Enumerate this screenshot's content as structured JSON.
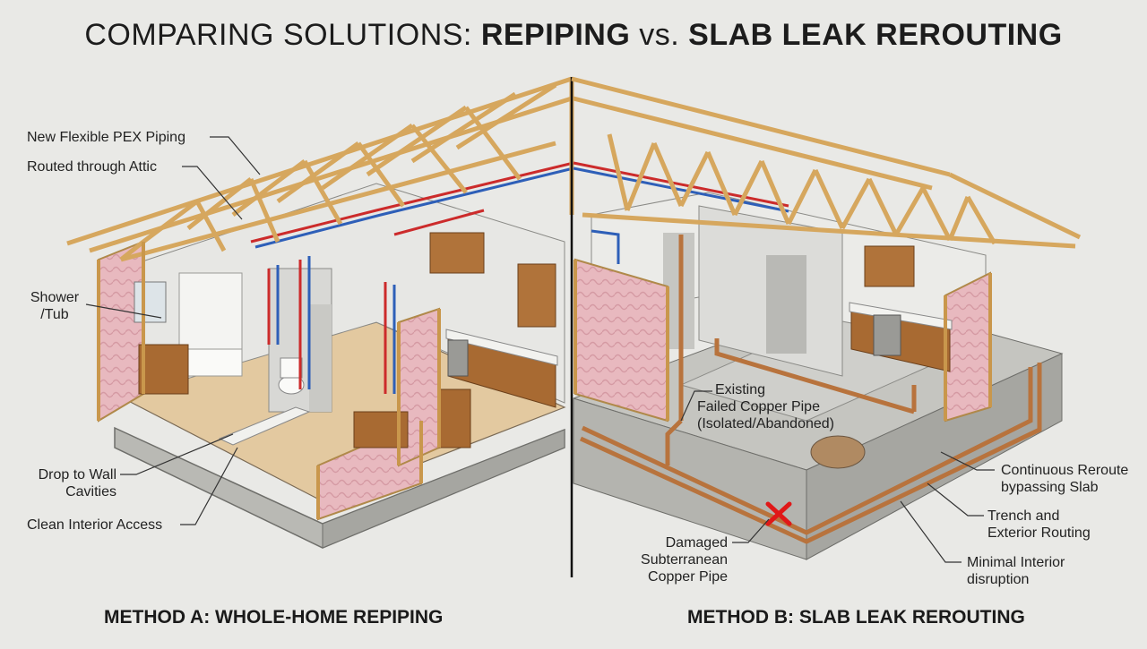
{
  "title": {
    "prefix": "COMPARING SOLUTIONS: ",
    "part1": "REPIPING",
    "middle": " vs. ",
    "part2": "SLAB LEAK REROUTING"
  },
  "methods": {
    "a": "METHOD A: WHOLE-HOME REPIPING",
    "b": "METHOD B: SLAB LEAK REROUTING"
  },
  "left_labels": {
    "pex": "New Flexible PEX Piping",
    "attic": "Routed through Attic",
    "shower_1": "Shower",
    "shower_2": "/Tub",
    "drop_1": "Drop to Wall",
    "drop_2": "Cavities",
    "clean": "Clean Interior Access"
  },
  "right_labels": {
    "existing_1": "Existing",
    "existing_2": "Failed Copper Pipe",
    "existing_3": "(Isolated/Abandoned)",
    "damaged_1": "Damaged",
    "damaged_2": "Subterranean",
    "damaged_3": "Copper Pipe",
    "continuous_1": "Continuous Reroute",
    "continuous_2": "bypassing Slab",
    "trench_1": "Trench and",
    "trench_2": "Exterior Routing",
    "minimal_1": "Minimal Interior",
    "minimal_2": "disruption"
  },
  "colors": {
    "background": "#e9e9e6",
    "wood": "#d6a75e",
    "insulation": "#e8b9bf",
    "concrete": "#b9b9b4",
    "hot_pex": "#cc2b2b",
    "cold_pex": "#2e5fb8",
    "copper": "#b8733d",
    "damage_mark": "#e01818"
  }
}
